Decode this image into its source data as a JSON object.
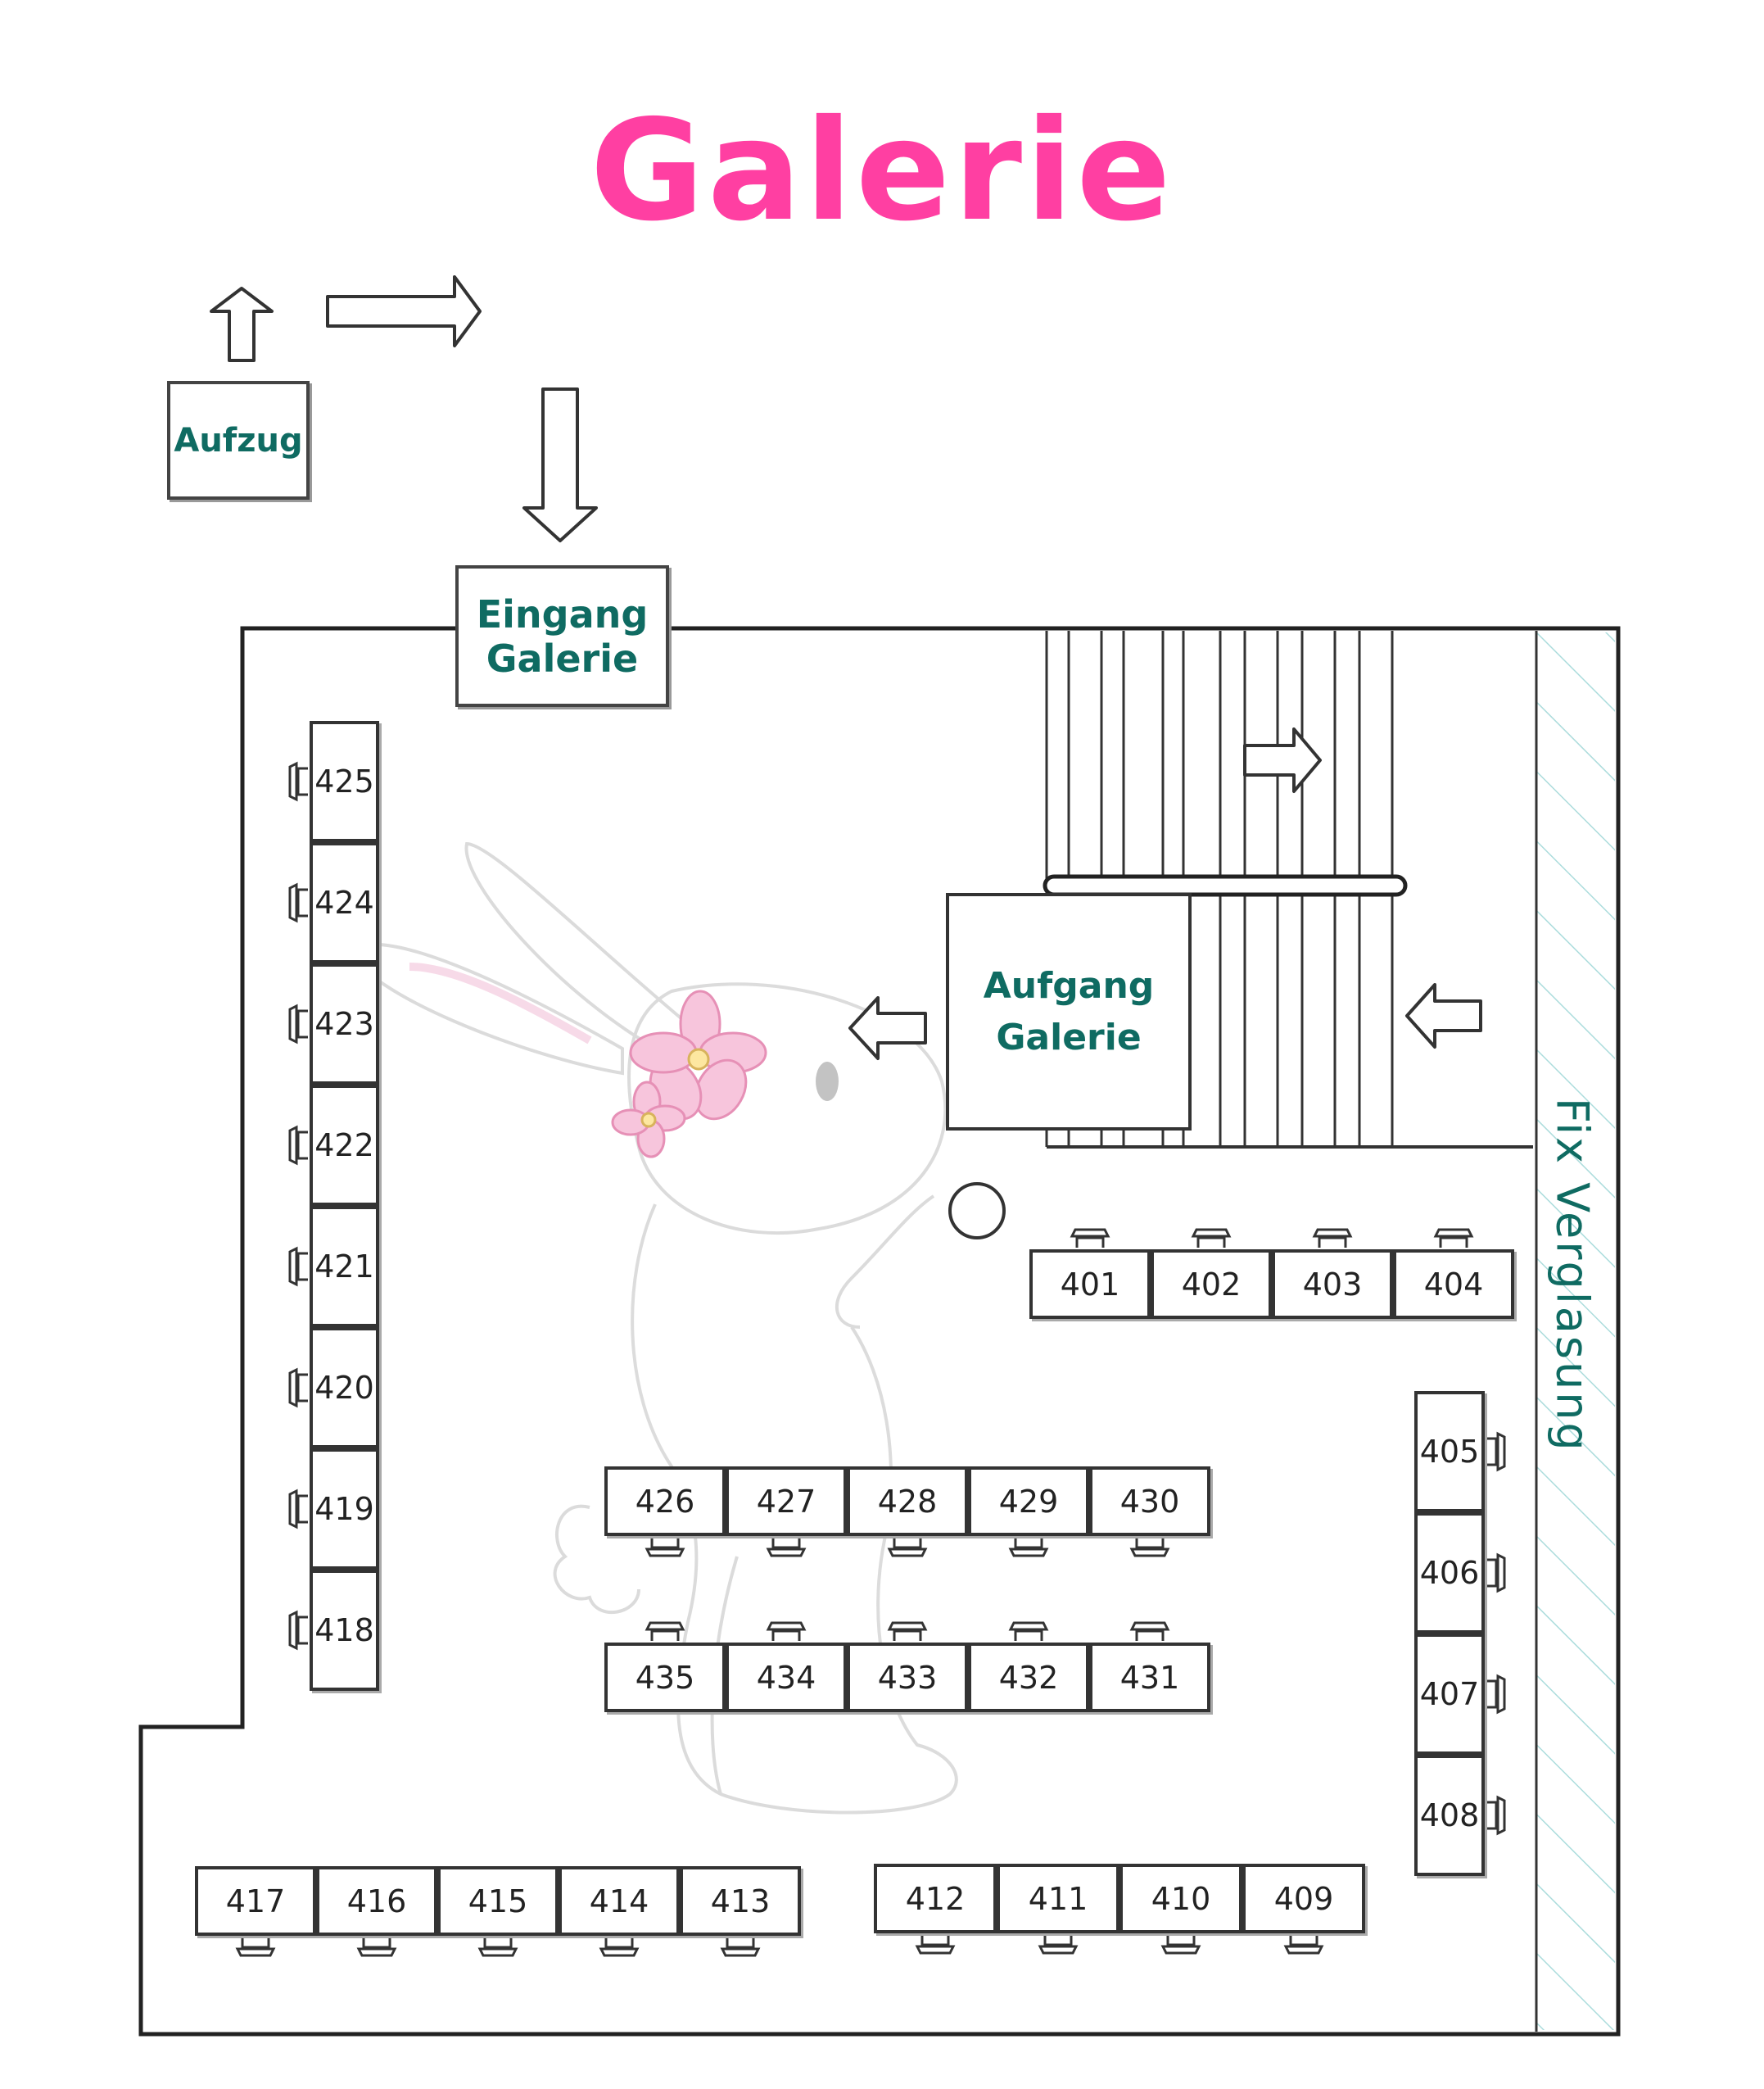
{
  "title": "Galerie",
  "labels": {
    "elevator": "Aufzug",
    "entrance_line1": "Eingang",
    "entrance_line2": "Galerie",
    "stairs_line1": "Aufgang",
    "stairs_line2": "Galerie",
    "glazing": "Fix Verglasung"
  },
  "desks": {
    "left_column": [
      "425",
      "424",
      "423",
      "422",
      "421",
      "420",
      "419",
      "418"
    ],
    "right_column": [
      "405",
      "406",
      "407",
      "408"
    ],
    "top_row": [
      "401",
      "402",
      "403",
      "404"
    ],
    "middle_row_upper": [
      "426",
      "427",
      "428",
      "429",
      "430"
    ],
    "middle_row_lower": [
      "435",
      "434",
      "433",
      "432",
      "431"
    ],
    "bottom_row_left": [
      "417",
      "416",
      "415",
      "414",
      "413"
    ],
    "bottom_row_right": [
      "412",
      "411",
      "410",
      "409"
    ]
  },
  "colors": {
    "title": "#ff3fa2",
    "label_text": "#0f6b62",
    "glazing_hatch": "#7fc9c9",
    "flower": "#f4a6c6"
  },
  "icons": [
    "arrow-up-icon",
    "arrow-right-icon",
    "arrow-down-icon",
    "arrow-left-icon",
    "chair-icon",
    "bunny-watermark-icon",
    "flower-icon"
  ]
}
